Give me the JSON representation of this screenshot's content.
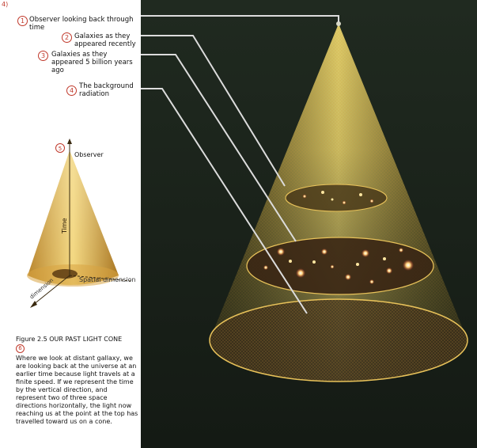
{
  "marker": "4)",
  "callouts": [
    {
      "num": "1",
      "text": "Observer looking back through time"
    },
    {
      "num": "2",
      "text": "Galaxies as they appeared recently"
    },
    {
      "num": "3",
      "text": "Galaxies as they appeared 5 billion years ago"
    },
    {
      "num": "4",
      "text": "The background radiation"
    }
  ],
  "small_cone": {
    "num": "5",
    "observer": "Observer",
    "time": "Time",
    "spatial": "Spatial dimension",
    "dimension": "dimension"
  },
  "caption": {
    "title": "Figure 2.5 OUR PAST LIGHT CONE",
    "num": "6",
    "body": "Where we look at distant gallaxy, we are looking back at the universe at an earlier time because light travels at a finite speed. If we represent the time by the vertical direction, and represent two of three space directions horizontally, the light now reaching us at the point at the top has travelled toward us on a cone."
  }
}
